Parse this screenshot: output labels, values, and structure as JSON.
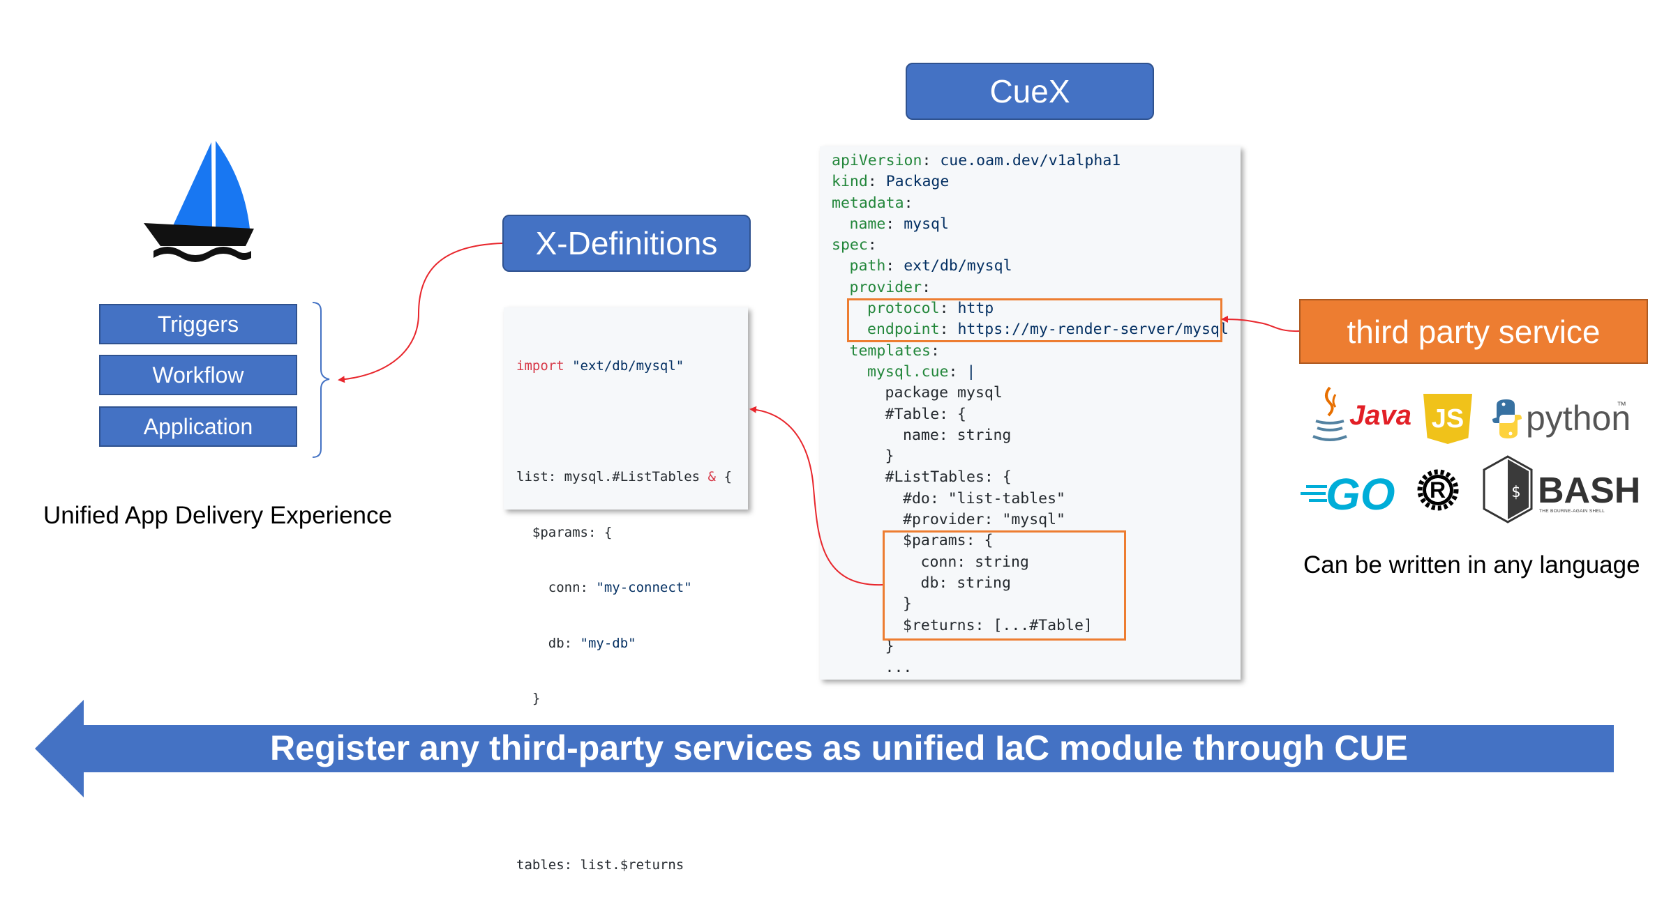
{
  "cuex": {
    "title": "CueX",
    "yaml_lines": [
      {
        "k": "apiVersion",
        "v": "cue.oam.dev/v1alpha1",
        "indent": 0
      },
      {
        "k": "kind",
        "v": "Package",
        "indent": 0
      },
      {
        "k": "metadata",
        "v": "",
        "indent": 0
      },
      {
        "k": "name",
        "v": "mysql",
        "indent": 1
      },
      {
        "k": "spec",
        "v": "",
        "indent": 0
      },
      {
        "k": "path",
        "v": "ext/db/mysql",
        "indent": 1
      },
      {
        "k": "provider",
        "v": "",
        "indent": 1
      },
      {
        "k": "protocol",
        "v": "http",
        "indent": 2
      },
      {
        "k": "endpoint",
        "v": "https://my-render-server/mysql",
        "indent": 2
      },
      {
        "k": "templates",
        "v": "",
        "indent": 1
      },
      {
        "k": "mysql.cue",
        "v": "|",
        "indent": 2
      },
      {
        "k": "",
        "v": "package mysql",
        "indent": 3
      },
      {
        "k": "",
        "v": "#Table: {",
        "indent": 3
      },
      {
        "k": "",
        "v": "name: string",
        "indent": 4
      },
      {
        "k": "",
        "v": "}",
        "indent": 3
      },
      {
        "k": "",
        "v": "#ListTables: {",
        "indent": 3
      },
      {
        "k": "",
        "v": "#do: \"list-tables\"",
        "indent": 4
      },
      {
        "k": "",
        "v": "#provider: \"mysql\"",
        "indent": 4
      },
      {
        "k": "",
        "v": "$params: {",
        "indent": 4
      },
      {
        "k": "",
        "v": "conn: string",
        "indent": 5
      },
      {
        "k": "",
        "v": "db: string",
        "indent": 5
      },
      {
        "k": "",
        "v": "}",
        "indent": 4
      },
      {
        "k": "",
        "v": "$returns: [...#Table]",
        "indent": 4
      },
      {
        "k": "",
        "v": "}",
        "indent": 3
      },
      {
        "k": "",
        "v": "...",
        "indent": 3
      }
    ]
  },
  "xdef": {
    "title": "X-Definitions",
    "import_keyword": "import",
    "import_path": "\"ext/db/mysql\"",
    "line_list_prefix": "list: mysql.#ListTables ",
    "line_list_amp": "&",
    "line_list_suffix": " {",
    "line_params": "  $params: {",
    "line_conn_key": "    conn: ",
    "line_conn_val": "\"my-connect\"",
    "line_db_key": "    db: ",
    "line_db_val": "\"my-db\"",
    "line_close_inner": "  }",
    "line_close_outer": "}",
    "line_tables": "tables: list.$returns"
  },
  "left": {
    "items": [
      "Triggers",
      "Workflow",
      "Application"
    ],
    "caption": "Unified App Delivery Experience"
  },
  "right": {
    "service_label": "third party service",
    "caption": "Can be written in any language",
    "logos": {
      "java": "Java",
      "js": "JS",
      "python": "python",
      "python_tm": "™",
      "go": "GO",
      "rust": "R",
      "bash": "BASH",
      "bash_sub": "THE BOURNE-AGAIN SHELL",
      "bash_prompt": "$"
    }
  },
  "banner": {
    "text": "Register any third-party services as unified IaC module through CUE",
    "color": "#4472c4"
  },
  "colors": {
    "accent_blue": "#4472c4",
    "accent_orange": "#ed7d31",
    "connector_red": "#e8262c"
  },
  "icons": {
    "boat": "sailboat-icon"
  }
}
